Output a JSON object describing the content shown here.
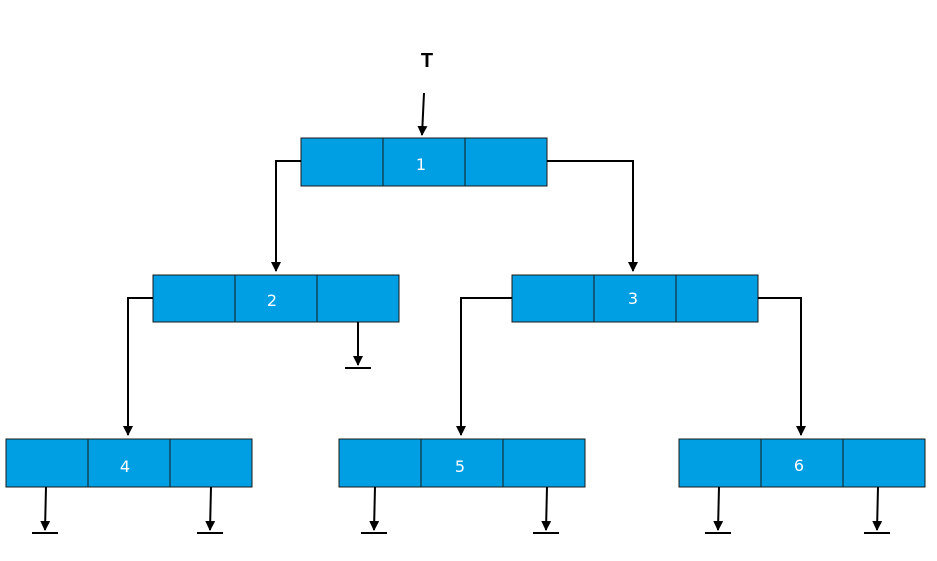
{
  "root_pointer": {
    "label": "T"
  },
  "nodes": [
    {
      "id": "n1",
      "value": "1"
    },
    {
      "id": "n2",
      "value": "2"
    },
    {
      "id": "n3",
      "value": "3"
    },
    {
      "id": "n4",
      "value": "4"
    },
    {
      "id": "n5",
      "value": "5"
    },
    {
      "id": "n6",
      "value": "6"
    }
  ],
  "colors": {
    "node_fill": "#009ee2",
    "node_text": "#ffffff",
    "line": "#000000"
  }
}
